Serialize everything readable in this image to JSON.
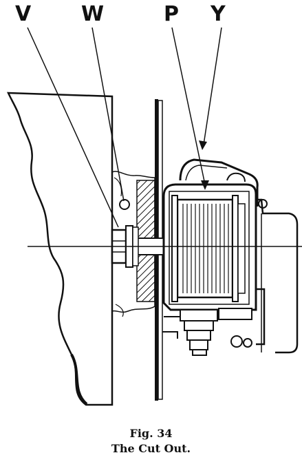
{
  "labels": {
    "v": "V",
    "w": "W",
    "p": "P",
    "y": "Y"
  },
  "caption": {
    "number": "Fig. 34",
    "title": "The Cut Out."
  },
  "colors": {
    "ink": "#111111",
    "paper": "#ffffff"
  }
}
